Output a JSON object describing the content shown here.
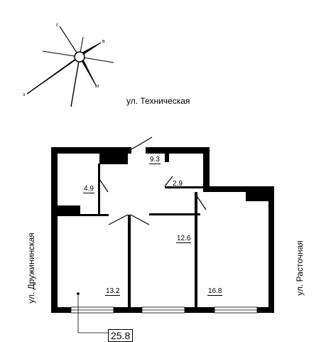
{
  "compass": {
    "labels": {
      "north": "с",
      "east": "в",
      "south": "ю",
      "west": "з"
    }
  },
  "streets": {
    "top": "ул. Техническая",
    "left": "ул. Дружининская",
    "right": "ул. Расточная"
  },
  "rooms": [
    {
      "id": "kitchen",
      "area": "13.2"
    },
    {
      "id": "bathroom-left",
      "area": "4.9"
    },
    {
      "id": "hall",
      "area": "9.3"
    },
    {
      "id": "bathroom-right",
      "area": "2.9"
    },
    {
      "id": "room-middle",
      "area": "12.6"
    },
    {
      "id": "room-right",
      "area": "16.8"
    }
  ],
  "total_area": "25.8"
}
